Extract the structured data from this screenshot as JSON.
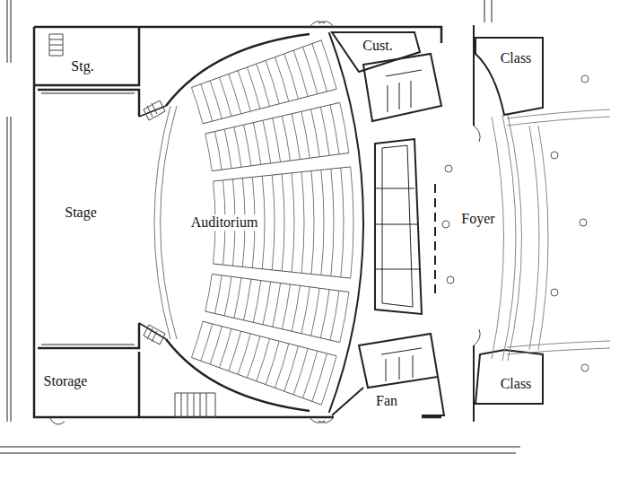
{
  "diagram": {
    "labels": [
      "Stg.",
      "Cust.",
      "Class",
      "Stage",
      "Auditorium",
      "Foyer",
      "Storage",
      "Fan",
      "Class"
    ]
  }
}
